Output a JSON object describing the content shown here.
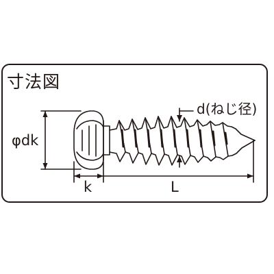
{
  "title": "寸法図",
  "labels": {
    "head_diameter": "φdk",
    "thread_diameter": "d(ねじ径)",
    "head_height": "k",
    "length": "L"
  },
  "colors": {
    "line": "#231815",
    "background": "#ffffff"
  },
  "icons": {
    "screw": "tapping-screw-pan-head-icon"
  }
}
